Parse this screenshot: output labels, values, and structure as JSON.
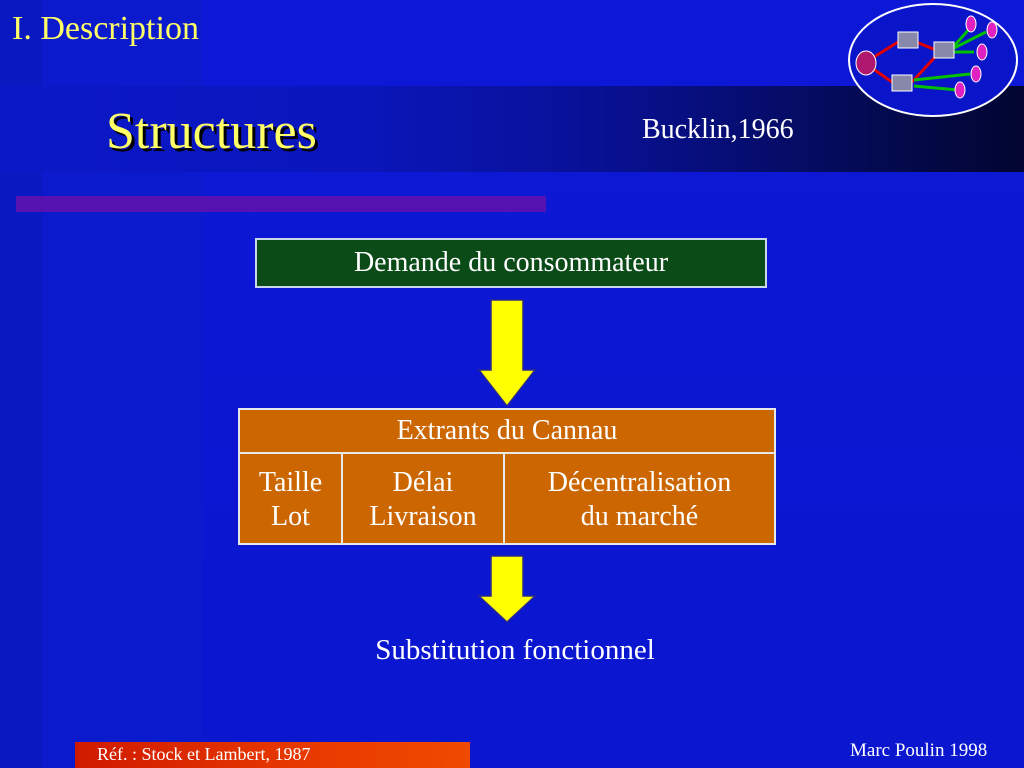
{
  "header": {
    "section_title": "I.  Description",
    "slide_title": "Structures",
    "author_year": "Bucklin,1966"
  },
  "diagram": {
    "top_box": "Demande du consommateur",
    "table_header": "Extrants du Cannau",
    "cells": [
      {
        "line1": "Taille",
        "line2": "Lot"
      },
      {
        "line1": "Délai",
        "line2": "Livraison"
      },
      {
        "line1": "Décentralisation",
        "line2": "du marché"
      }
    ],
    "result": "Substitution fonctionnel"
  },
  "footer": {
    "reference": "Réf. : Stock et Lambert, 1987",
    "credit": "Marc Poulin 1998"
  },
  "colors": {
    "background": "#0a14c8",
    "title_yellow": "#ffff66",
    "demand_box": "#0b4b18",
    "table_orange": "#cc6600",
    "arrow_yellow": "#ffff00",
    "rule_purple": "#5512b0"
  },
  "icons": {
    "logo": "network-flow-logo",
    "arrows": "down-arrow-icon"
  }
}
